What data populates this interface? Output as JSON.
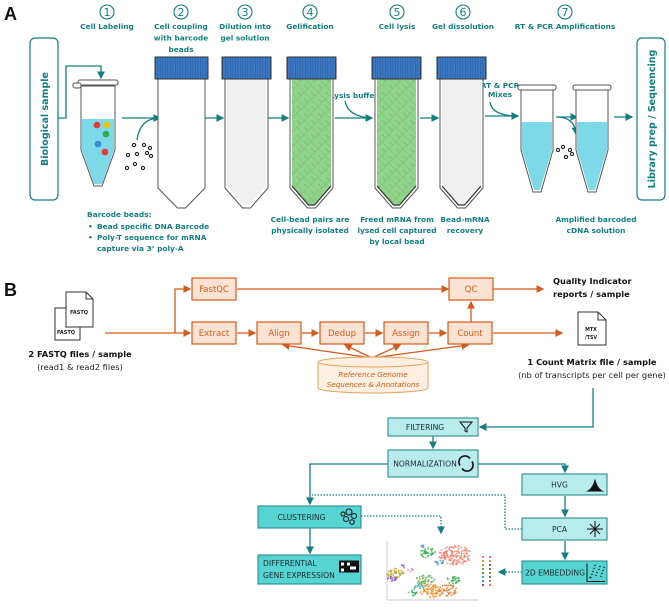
{
  "panel_a": {
    "label": "A",
    "left_box": "Biological sample",
    "right_box": "Library prep / Sequencing",
    "steps": [
      {
        "num": "1",
        "lines": [
          "Cell Labeling"
        ]
      },
      {
        "num": "2",
        "lines": [
          "Cell coupling",
          "with barcode",
          "beads"
        ]
      },
      {
        "num": "3",
        "lines": [
          "Dilution into",
          "gel solution"
        ]
      },
      {
        "num": "4",
        "lines": [
          "Gelification"
        ]
      },
      {
        "num": "5",
        "lines": [
          "Cell lysis"
        ]
      },
      {
        "num": "6",
        "lines": [
          "Gel dissolution"
        ]
      },
      {
        "num": "7",
        "lines": [
          "RT & PCR Amplifications"
        ]
      }
    ],
    "lysis_buffer": "Lysis buffer",
    "rt_pcr_mixes": [
      "RT & PCR",
      "Mixes"
    ],
    "barcode_beads": {
      "title": "Barcode beads:",
      "bullets": [
        "Bead specific DNA Barcode",
        "Poly-T sequence for mRNA",
        "capture via 3’ poly-A"
      ]
    },
    "captions": {
      "gelification": [
        "Cell-bead pairs are",
        "physically isolated"
      ],
      "lysis": [
        "Freed mRNA from",
        "lysed cell captured",
        "by local bead"
      ],
      "dissolution": [
        "Bead-mRNA",
        "recovery"
      ],
      "amplification": [
        "Amplified barcoded",
        "cDNA solution"
      ]
    }
  },
  "panel_b": {
    "label": "B",
    "fastq_icon_labels": [
      "FASTQ",
      "FASTQ"
    ],
    "fastq_caption": [
      "2 FASTQ files / sample",
      "(read1 & read2 files)"
    ],
    "pipeline": {
      "fastqc": "FastQC",
      "extract": "Extract",
      "align": "Align",
      "dedup": "Dedup",
      "assign": "Assign",
      "count": "Count",
      "qc": "QC",
      "reference": [
        "Reference Genome",
        "Sequences & Annotations"
      ]
    },
    "qc_output": [
      "Quality Indicator",
      "reports / sample"
    ],
    "matrix_icon_labels": [
      "MTX",
      "/TSV"
    ],
    "matrix_caption": [
      "1 Count Matrix file / sample",
      "(nb of transcripts per cell per gene)"
    ],
    "analysis": {
      "filtering": "FILTERING",
      "normalization": "NORMALIZATION",
      "hvg": "HVG",
      "pca": "PCA",
      "embedding": "2D EMBEDDING",
      "clustering": "CLUSTERING",
      "dge": [
        "DIFFERENTIAL",
        "GENE EXPRESSION"
      ]
    }
  },
  "colors": {
    "teal": "#137f82",
    "orange": "#d65a1a",
    "orange_fill": "#fbe3d3",
    "light_teal_fill": "#b8ecec",
    "teal_fill": "#56d3d3",
    "cap_blue": "#3b78c4",
    "gel_green": "#8fd48a"
  }
}
